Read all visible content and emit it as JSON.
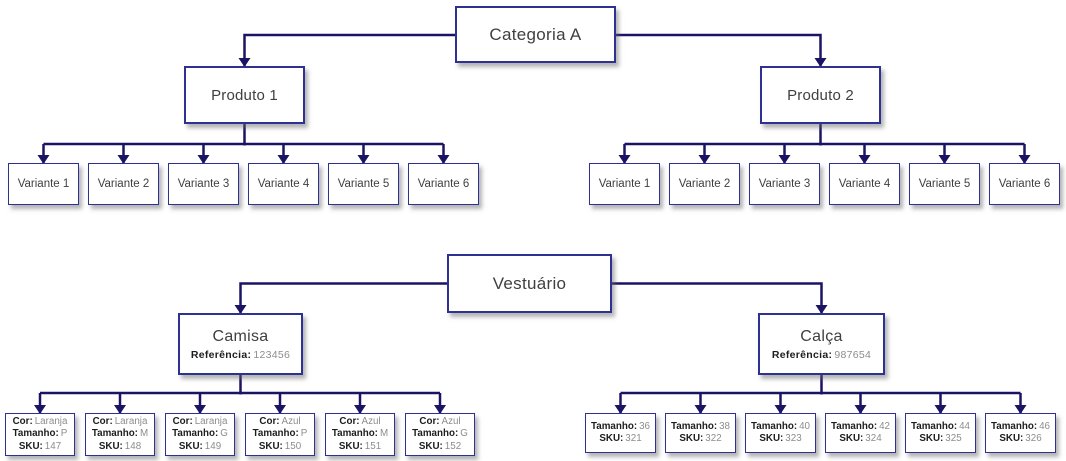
{
  "colors": {
    "background": "#ffffff",
    "wire": "#1b1464",
    "node_border": "#2e3192",
    "node_fill": "#ffffff",
    "title_text": "#3f3f3f",
    "strong_text": "#1d1d1d",
    "value_text": "#8d8d8d"
  },
  "labels": {
    "cor": "Cor:",
    "tamanho": "Tamanho:",
    "sku": "SKU:",
    "referencia": "Referência:"
  },
  "generic_tree": {
    "root": "Categoria A",
    "products": [
      {
        "title": "Produto 1",
        "variants": [
          "Variante 1",
          "Variante 2",
          "Variante 3",
          "Variante 4",
          "Variante 5",
          "Variante 6"
        ]
      },
      {
        "title": "Produto 2",
        "variants": [
          "Variante 1",
          "Variante 2",
          "Variante 3",
          "Variante 4",
          "Variante 5",
          "Variante 6"
        ]
      }
    ]
  },
  "vestuario_tree": {
    "root": "Vestuário",
    "products": [
      {
        "title": "Camisa",
        "referencia": "123456",
        "skus": [
          {
            "cor": "Laranja",
            "tamanho": "P",
            "sku": "147"
          },
          {
            "cor": "Laranja",
            "tamanho": "M",
            "sku": "148"
          },
          {
            "cor": "Laranja",
            "tamanho": "G",
            "sku": "149"
          },
          {
            "cor": "Azul",
            "tamanho": "P",
            "sku": "150"
          },
          {
            "cor": "Azul",
            "tamanho": "M",
            "sku": "151"
          },
          {
            "cor": "Azul",
            "tamanho": "G",
            "sku": "152"
          }
        ]
      },
      {
        "title": "Calça",
        "referencia": "987654",
        "skus": [
          {
            "tamanho": "36",
            "sku": "321"
          },
          {
            "tamanho": "38",
            "sku": "322"
          },
          {
            "tamanho": "40",
            "sku": "323"
          },
          {
            "tamanho": "42",
            "sku": "324"
          },
          {
            "tamanho": "44",
            "sku": "325"
          },
          {
            "tamanho": "46",
            "sku": "326"
          }
        ]
      }
    ]
  }
}
